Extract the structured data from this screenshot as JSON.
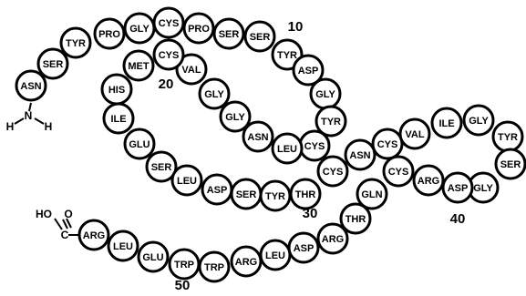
{
  "residues": [
    "ASN",
    "SER",
    "TYR",
    "PRO",
    "GLY",
    "CYS",
    "PRO",
    "SER",
    "SER",
    "TYR",
    "ASP",
    "GLY",
    "TYR",
    "CYS",
    "LEU",
    "ASN",
    "GLY",
    "GLY",
    "VAL",
    "CYS",
    "MET",
    "HIS",
    "ILE",
    "GLU",
    "SER",
    "LEU",
    "ASP",
    "SER",
    "TYR",
    "THR",
    "CYS",
    "ASN",
    "CYS",
    "VAL",
    "ILE",
    "GLY",
    "TYR",
    "SER",
    "GLY",
    "ASP",
    "ARG",
    "CYS",
    "GLN",
    "THR",
    "ARG",
    "ASP",
    "LEU",
    "ARG",
    "TRP",
    "TRP",
    "GLU",
    "LEU",
    "ARG"
  ],
  "residue_numbers": [
    "10",
    "20",
    "30",
    "40",
    "50"
  ],
  "n_terminus": {
    "n": "N",
    "h1": "H",
    "h2": "H"
  },
  "c_terminus": {
    "ho": "HO",
    "o": "O",
    "c": "C"
  }
}
